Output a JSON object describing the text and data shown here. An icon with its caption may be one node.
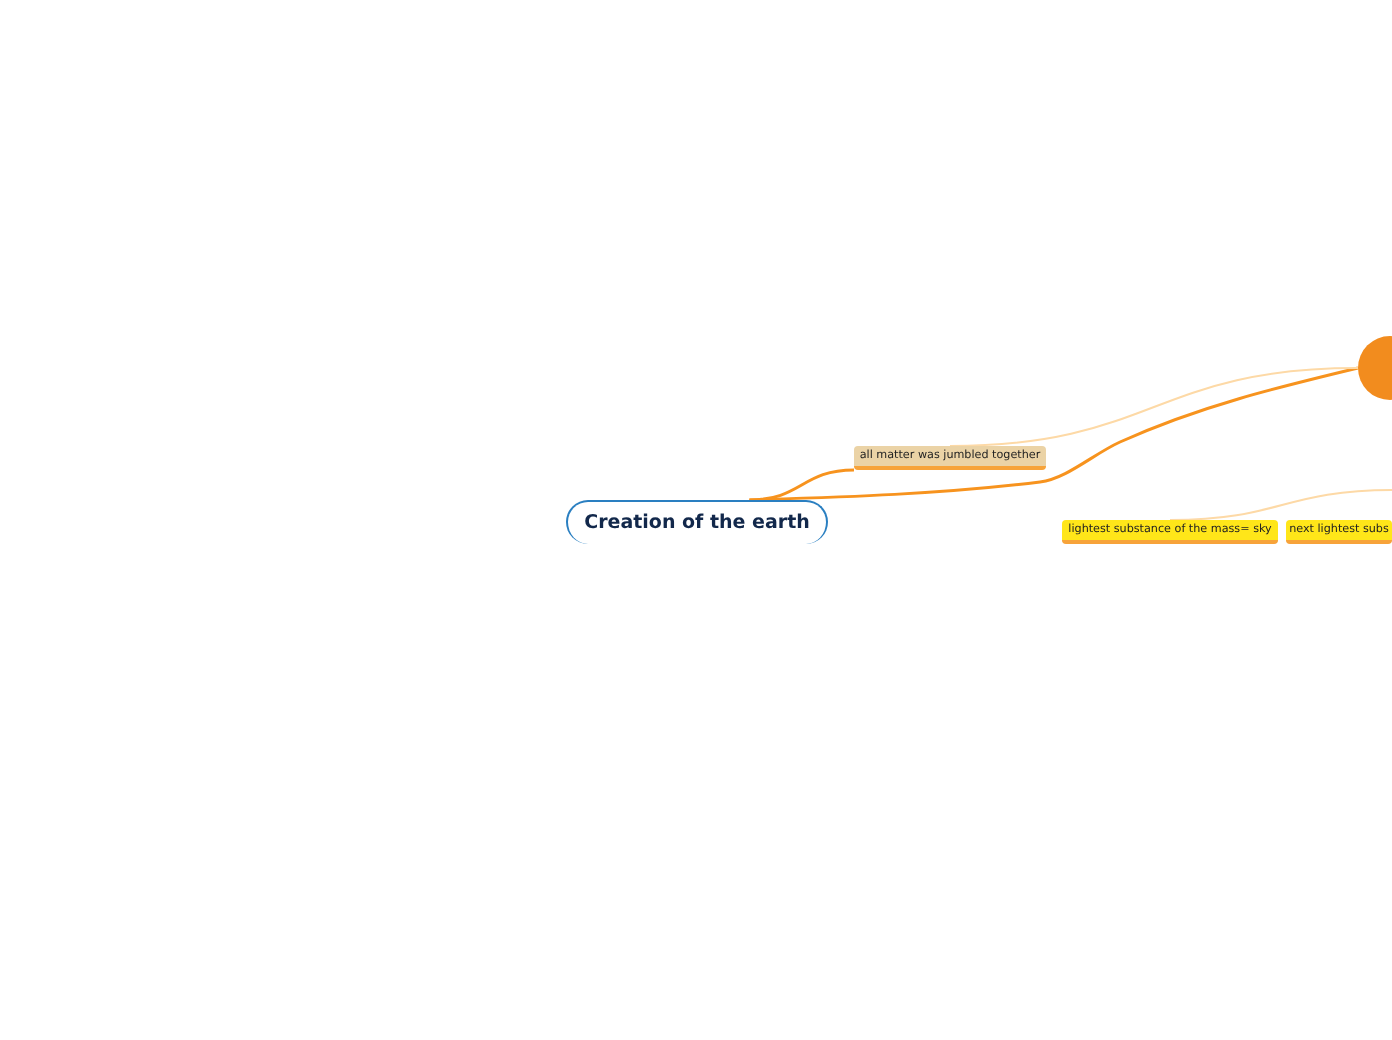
{
  "diagram": {
    "nodes": [
      {
        "text": [
          "Creation of the earth"
        ]
      },
      {
        "text": [],
        "shape": "circle"
      },
      {
        "text": [
          "all matter was jumbled together"
        ]
      },
      {
        "text": [
          "lightest substance of the mass= sky"
        ]
      },
      {
        "text": [
          "next lightest subs"
        ]
      }
    ],
    "edges": [
      {
        "from": 0,
        "to": 1,
        "arrow": "none"
      },
      {
        "from": 0,
        "to": 2,
        "arrow": "none"
      },
      {
        "from": 2,
        "to": 1,
        "arrow": "none",
        "color": "#fdd9a6"
      },
      {
        "from": 3,
        "to": null,
        "arrow": "none",
        "color": "#fdd9a6"
      }
    ]
  }
}
